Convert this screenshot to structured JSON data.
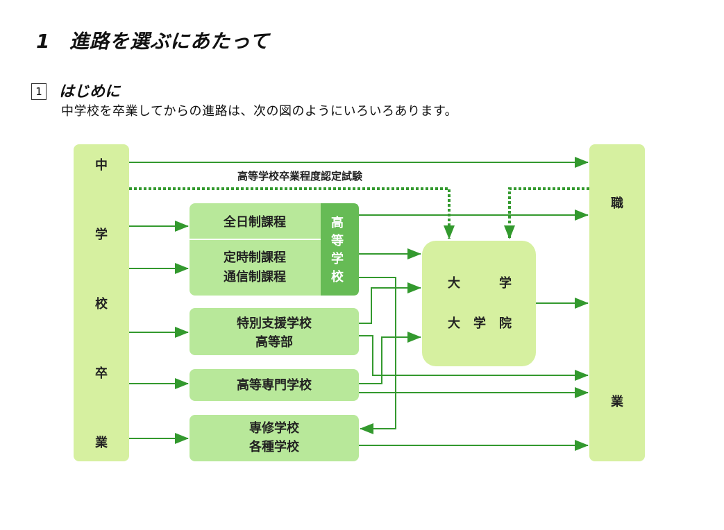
{
  "heading": {
    "number": "1",
    "title": "進路を選ぶにあたって"
  },
  "section": {
    "number": "1",
    "title": "はじめに"
  },
  "intro": "中学校を卒業してからの進路は、次の図のようにいろいろあります。",
  "diagram": {
    "left_column": [
      "中",
      "学",
      "校",
      "卒",
      "業"
    ],
    "right_column": [
      "職",
      "業"
    ],
    "exam_label": "高等学校卒業程度認定試験",
    "high_school": {
      "label": [
        "高",
        "等",
        "学",
        "校"
      ],
      "fulltime": "全日制課程",
      "parttime": [
        "定時制課程",
        "通信制課程"
      ]
    },
    "special_support": [
      "特別支援学校",
      "高等部"
    ],
    "technical_college": "高等専門学校",
    "vocational": [
      "専修学校",
      "各種学校"
    ],
    "university": {
      "row1": [
        "大",
        "学"
      ],
      "row2": [
        "大",
        "学",
        "院"
      ]
    },
    "colors": {
      "column_fill": "#d6f0a0",
      "box_fill": "#b8e89a",
      "univ_fill": "#d6f0a0",
      "hs_label_fill": "#66bb55",
      "arrow": "#33992e"
    }
  }
}
